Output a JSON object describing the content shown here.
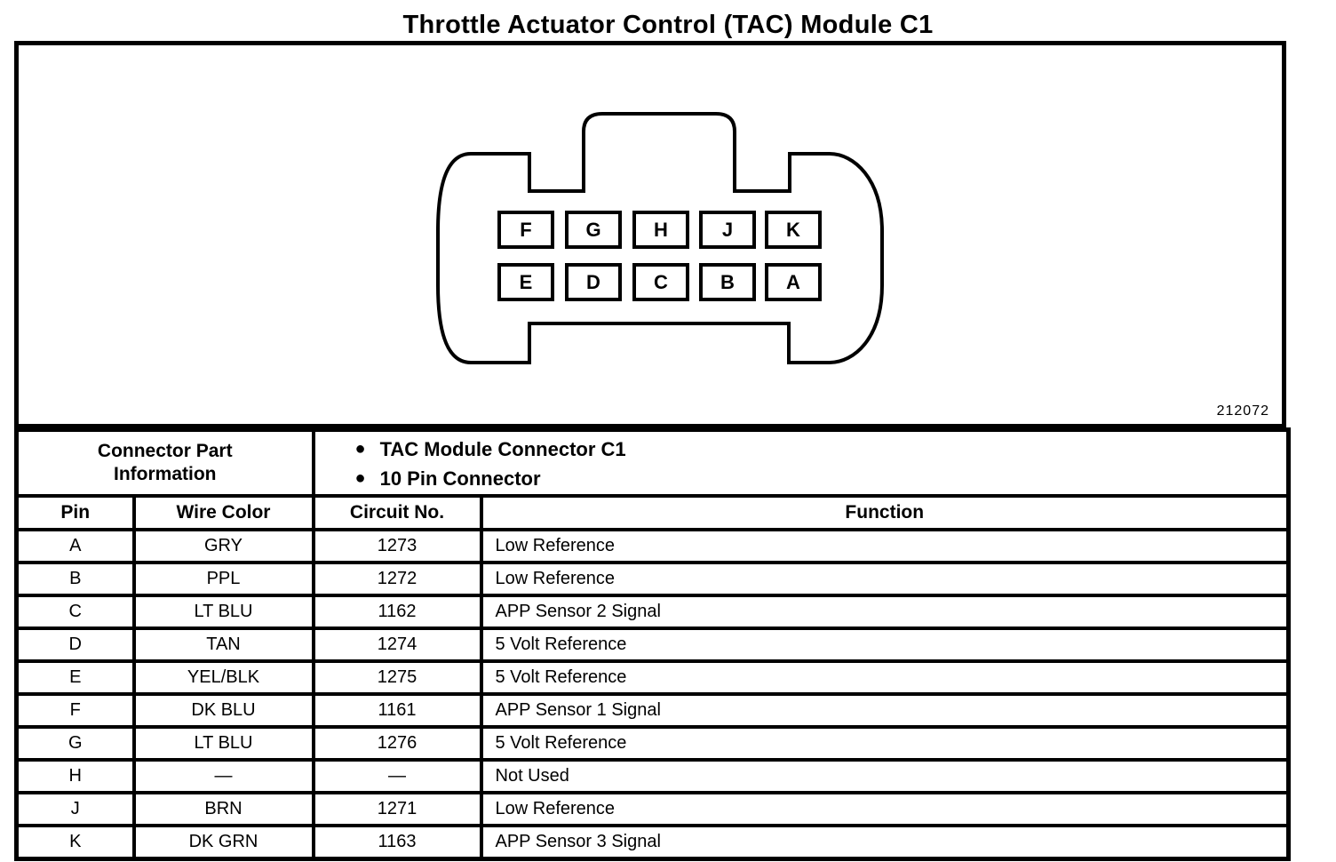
{
  "title": "Throttle Actuator Control (TAC) Module C1",
  "diagram": {
    "figure_number": "212072",
    "pin_rows": {
      "top": [
        "F",
        "G",
        "H",
        "J",
        "K"
      ],
      "bottom": [
        "E",
        "D",
        "C",
        "B",
        "A"
      ]
    }
  },
  "info": {
    "label": "Connector Part Information",
    "bullets": [
      "TAC Module Connector C1",
      "10 Pin Connector"
    ]
  },
  "table": {
    "headers": {
      "pin": "Pin",
      "wire_color": "Wire Color",
      "circuit": "Circuit No.",
      "function": "Function"
    },
    "rows": [
      {
        "pin": "A",
        "wire_color": "GRY",
        "circuit": "1273",
        "function": "Low Reference"
      },
      {
        "pin": "B",
        "wire_color": "PPL",
        "circuit": "1272",
        "function": "Low Reference"
      },
      {
        "pin": "C",
        "wire_color": "LT BLU",
        "circuit": "1162",
        "function": "APP Sensor 2 Signal"
      },
      {
        "pin": "D",
        "wire_color": "TAN",
        "circuit": "1274",
        "function": "5 Volt Reference"
      },
      {
        "pin": "E",
        "wire_color": "YEL/BLK",
        "circuit": "1275",
        "function": "5 Volt Reference"
      },
      {
        "pin": "F",
        "wire_color": "DK BLU",
        "circuit": "1161",
        "function": "APP Sensor 1 Signal"
      },
      {
        "pin": "G",
        "wire_color": "LT BLU",
        "circuit": "1276",
        "function": "5 Volt Reference"
      },
      {
        "pin": "H",
        "wire_color": "—",
        "circuit": "—",
        "function": "Not Used"
      },
      {
        "pin": "J",
        "wire_color": "BRN",
        "circuit": "1271",
        "function": "Low Reference"
      },
      {
        "pin": "K",
        "wire_color": "DK GRN",
        "circuit": "1163",
        "function": "APP Sensor 3 Signal"
      }
    ]
  }
}
